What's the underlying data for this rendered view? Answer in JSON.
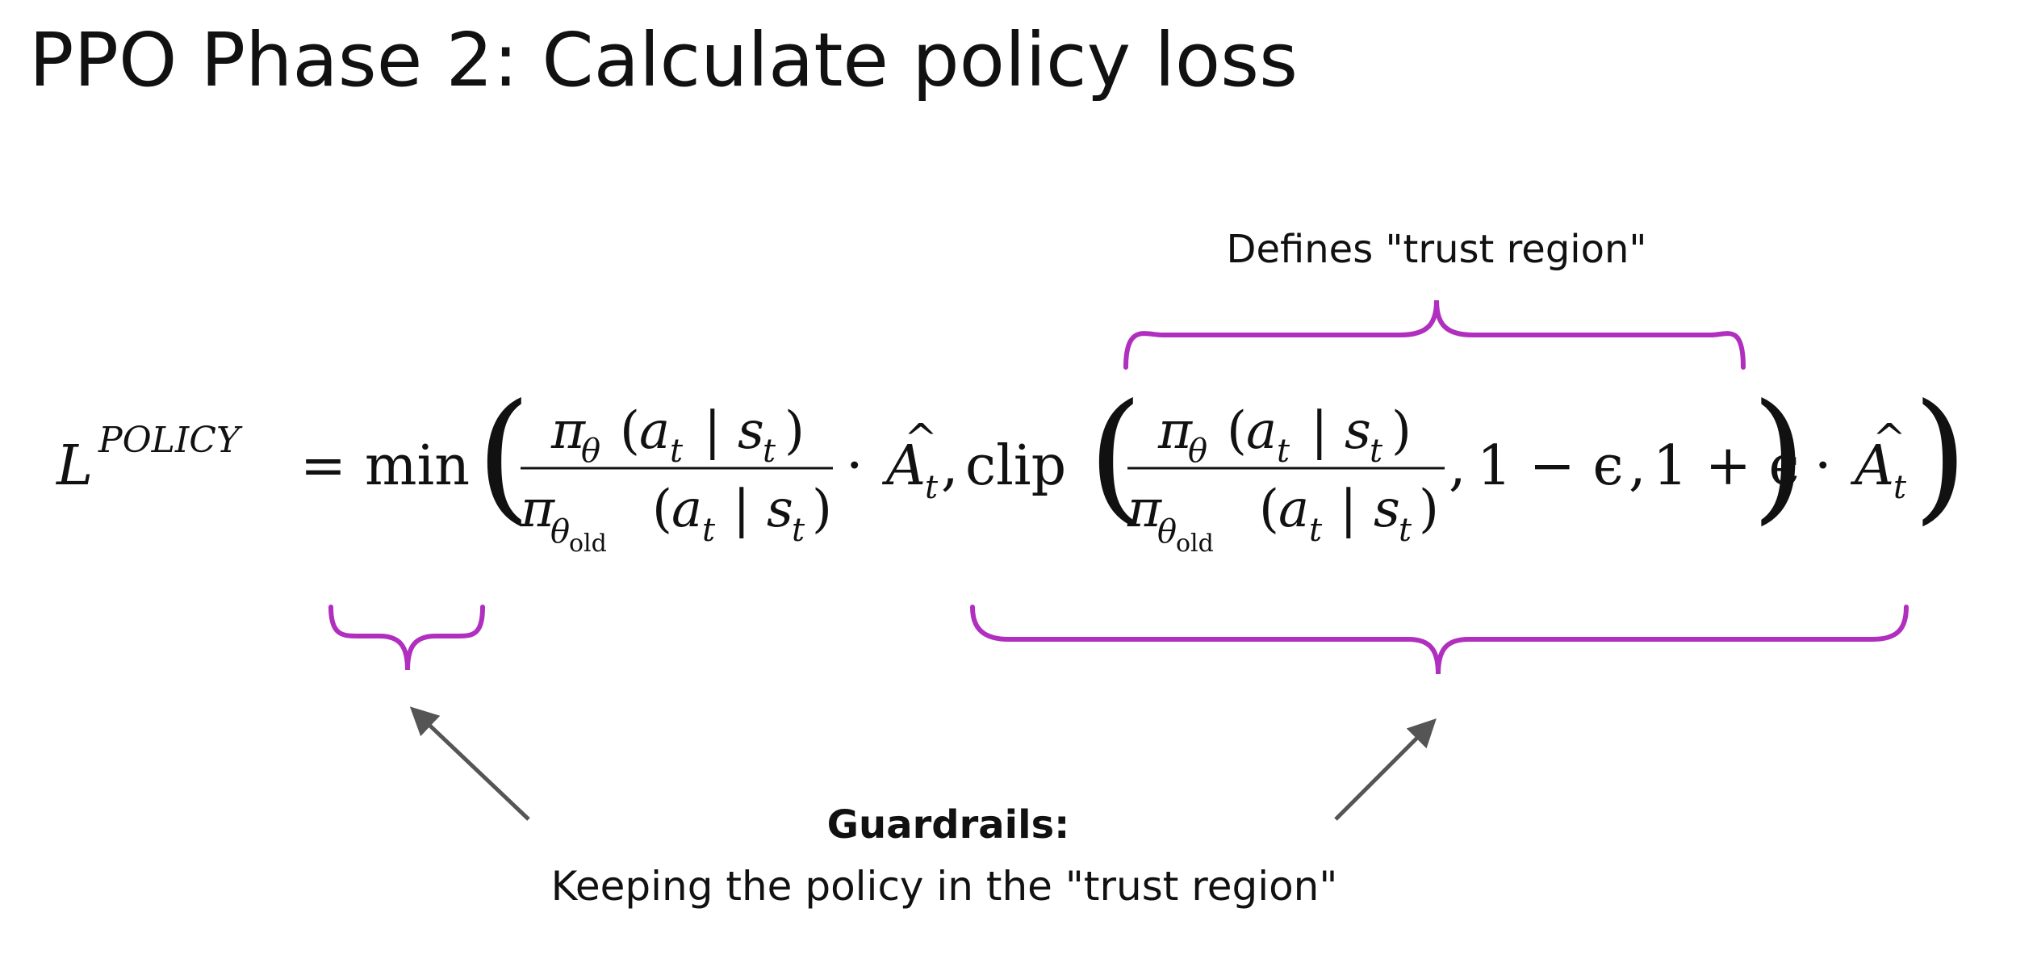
{
  "title": "PPO Phase 2: Calculate policy loss",
  "formula": {
    "lhs": "L",
    "lhs_superscript": "POLICY",
    "equals": "=",
    "min": "min",
    "pi": "π",
    "theta": "θ",
    "old": "old",
    "a": "a",
    "s": "s",
    "t": "t",
    "bar": "|",
    "A": "A",
    "hat": "^",
    "dot": "·",
    "comma": ",",
    "clip": "clip",
    "one_minus_eps": "1 − ϵ",
    "one_plus_eps": "1 + ϵ",
    "lparen": "(",
    "rparen": ")"
  },
  "annotations": {
    "trust_region_label": "Defines \"trust region\"",
    "guardrails_title": "Guardrails:",
    "guardrails_text": "Keeping the policy in the \"trust region\""
  },
  "colors": {
    "brace": "#b02fbf",
    "arrow": "#555555",
    "text": "#111111",
    "background": "#ffffff"
  }
}
